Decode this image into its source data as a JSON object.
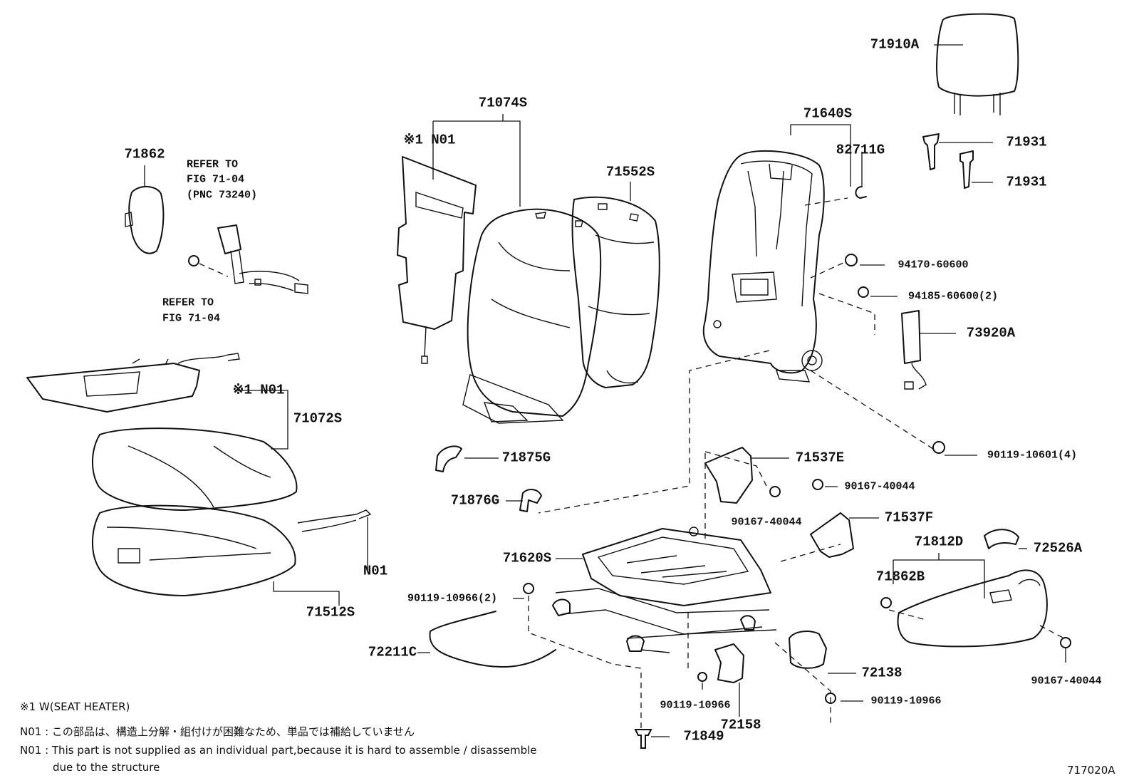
{
  "labels": {
    "p71910A": "71910A",
    "p71931a": "71931",
    "p71931b": "71931",
    "p71640S": "71640S",
    "p82711G": "82711G",
    "p71074S": "71074S",
    "p71552S": "71552S",
    "p71862": "71862",
    "p94170": "94170-60600",
    "p94185": "94185-60600(2)",
    "p73920A": "73920A",
    "p71072S": "71072S",
    "p90119_10601": "90119-10601(4)",
    "p71875G": "71875G",
    "p71537E": "71537E",
    "p90167_a": "90167-40044",
    "p90167_b": "90167-40044",
    "p71876G": "71876G",
    "p71537F": "71537F",
    "p71812D": "71812D",
    "p71620S": "71620S",
    "p72526A": "72526A",
    "p71862B": "71862B",
    "p90119_10966_2": "90119-10966(2)",
    "p71512S": "71512S",
    "p72211C": "72211C",
    "p72138": "72138",
    "p90167_c": "90167-40044",
    "p90119_10966_a": "90119-10966",
    "p90119_10966_b": "90119-10966",
    "p72158": "72158",
    "p71849": "71849",
    "n01_top": "※1 N01",
    "n01_mid": "※1 N01",
    "n01_low": "N01"
  },
  "references": {
    "ref_upper_1": "REFER TO",
    "ref_upper_2": "FIG 71-04",
    "ref_upper_3": "(PNC 73240)",
    "ref_lower_1": "REFER TO",
    "ref_lower_2": "FIG 71-04"
  },
  "notes": {
    "seat_heater": "※1 W(SEAT HEATER)",
    "n01_jp": "N01 : この部品は、構造上分解・組付けが困難なため、単品では補給していません",
    "n01_en_1": "N01 : This part is not supplied as an individual part,because it is hard to assemble / disassemble",
    "n01_en_2": "due to the structure"
  },
  "figure_id": "717020A"
}
